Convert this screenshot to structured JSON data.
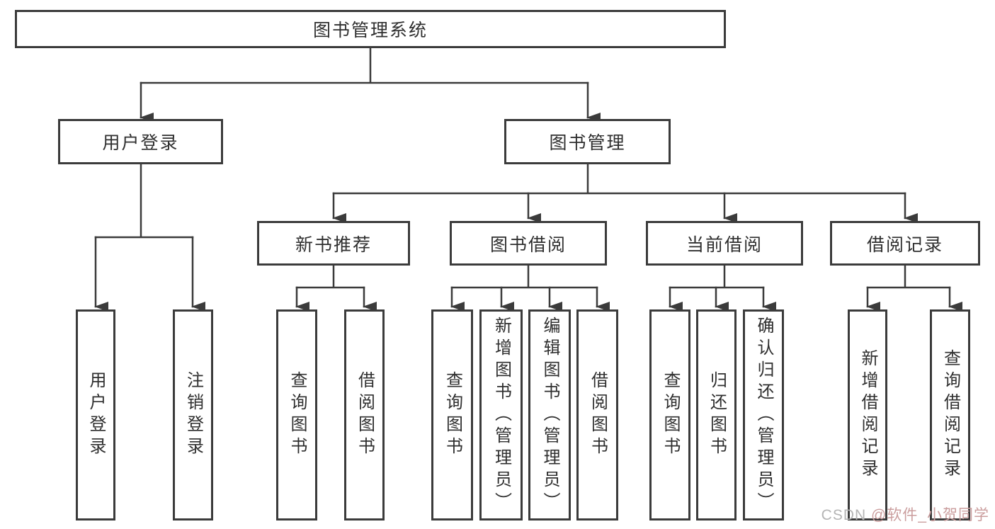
{
  "diagram_title": "图书管理系统",
  "tree": {
    "label": "图书管理系统",
    "children": [
      {
        "label": "用户登录",
        "children": [
          {
            "label": "用户登录"
          },
          {
            "label": "注销登录"
          }
        ]
      },
      {
        "label": "图书管理",
        "children": [
          {
            "label": "新书推荐",
            "children": [
              {
                "label": "查询图书"
              },
              {
                "label": "借阅图书"
              }
            ]
          },
          {
            "label": "图书借阅",
            "children": [
              {
                "label": "查询图书"
              },
              {
                "label": "新增图书（管理员）"
              },
              {
                "label": "编辑图书（管理员）"
              },
              {
                "label": "借阅图书"
              }
            ]
          },
          {
            "label": "当前借阅",
            "children": [
              {
                "label": "查询图书"
              },
              {
                "label": "归还图书"
              },
              {
                "label": "确认归还（管理员）"
              }
            ]
          },
          {
            "label": "借阅记录",
            "children": [
              {
                "label": "新增借阅记录"
              },
              {
                "label": "查询借阅记录"
              }
            ]
          }
        ]
      }
    ]
  },
  "watermark": {
    "prefix": "CSDN ",
    "handle": "@软件_小贺同学"
  },
  "colors": {
    "line": "#3b3b3b",
    "box_border": "#3b3b3b",
    "text": "#2f2f2f",
    "background": "#ffffff",
    "watermark_gray": "#b5b5b5",
    "watermark_red": "#cb9e9e"
  }
}
